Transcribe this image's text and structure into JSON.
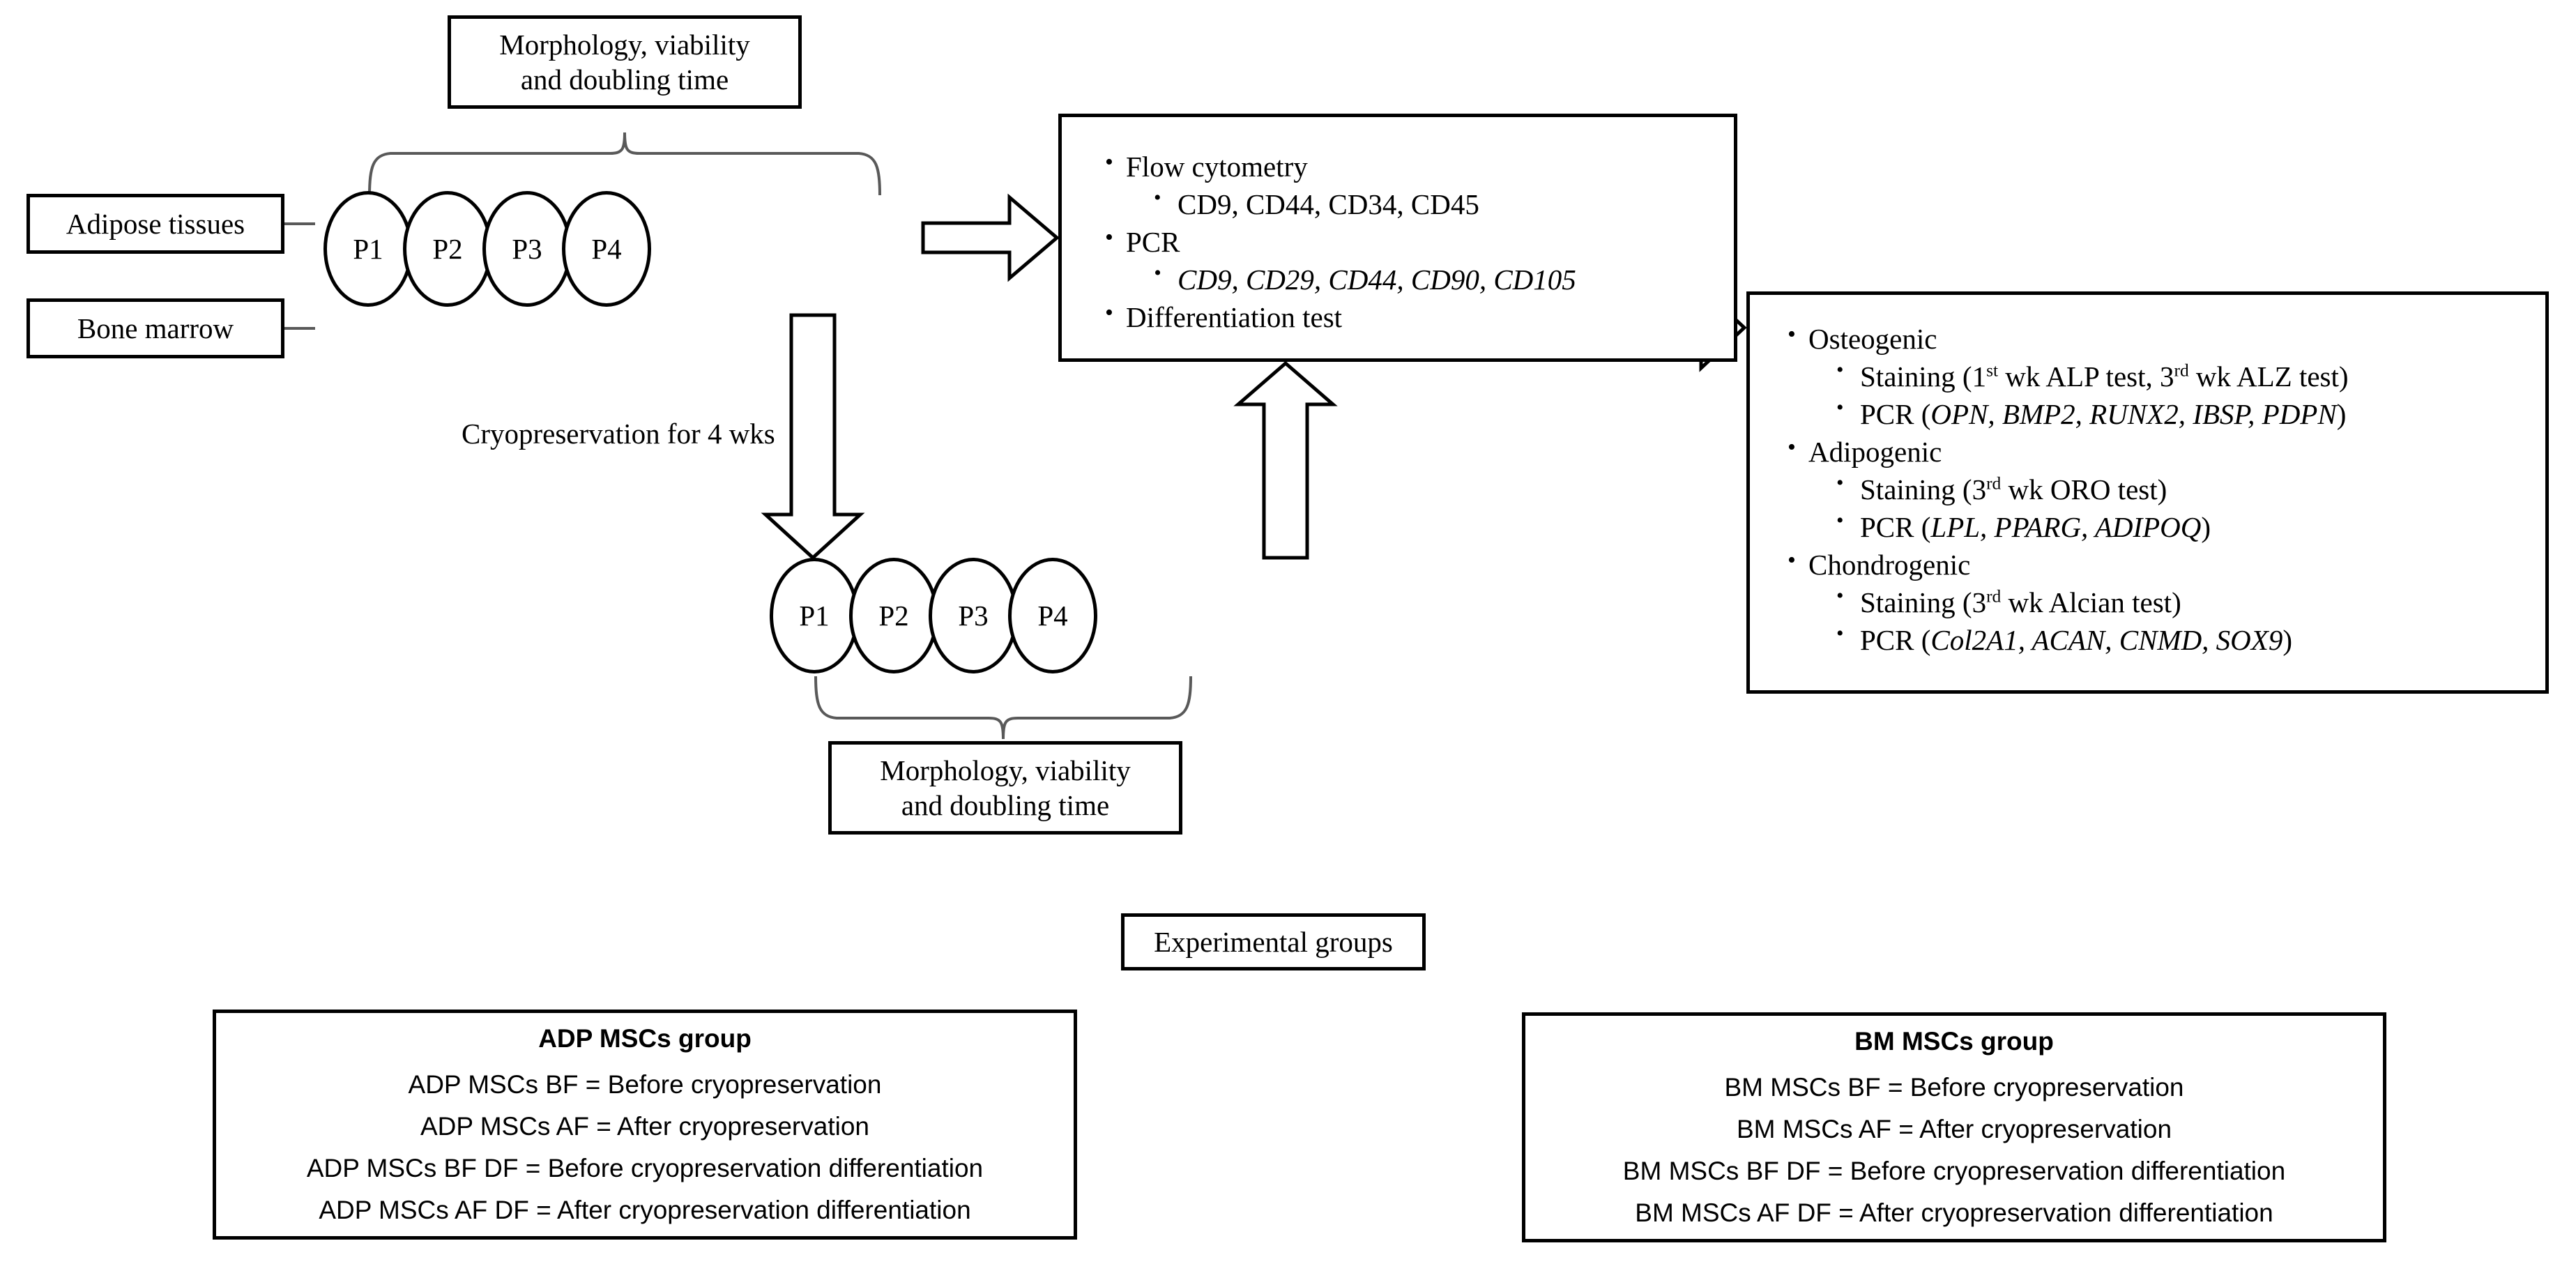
{
  "figure": {
    "sources": [
      {
        "label": "Adipose tissues"
      },
      {
        "label": "Bone marrow"
      }
    ],
    "passages_top": [
      "P1",
      "P2",
      "P3",
      "P4"
    ],
    "passages_bottom": [
      "P1",
      "P2",
      "P3",
      "P4"
    ],
    "morphology_box_top": {
      "line1": "Morphology, viability",
      "line2": "and doubling time"
    },
    "morphology_box_bottom": {
      "line1": "Morphology, viability",
      "line2": "and doubling time"
    },
    "cryopreservation_label": "Cryopreservation for 4 wks",
    "assay_box": {
      "items": [
        {
          "level": 1,
          "text": "Flow cytometry",
          "italic": false
        },
        {
          "level": 2,
          "text": "CD9, CD44, CD34, CD45",
          "italic": false
        },
        {
          "level": 1,
          "text": "PCR",
          "italic": false
        },
        {
          "level": 2,
          "text": "CD9, CD29, CD44, CD90, CD105",
          "italic": true
        },
        {
          "level": 1,
          "text": "Differentiation test",
          "italic": false
        }
      ]
    },
    "differentiation_box": {
      "groups": [
        {
          "name": "Osteogenic",
          "items": [
            {
              "prefix": "Staining (1",
              "sup": "st",
              "mid": " wk ALP test, 3",
              "sup2": "rd",
              "suffix": " wk ALZ test)"
            },
            {
              "prefix": "PCR (",
              "genes": "OPN, BMP2, RUNX2, IBSP, PDPN",
              "suffix": ")"
            }
          ]
        },
        {
          "name": "Adipogenic",
          "items": [
            {
              "prefix": "Staining (3",
              "sup": "rd",
              "mid": " wk ORO test)"
            },
            {
              "prefix": "PCR (",
              "genes": "LPL, PPARG, ADIPOQ",
              "suffix": ")"
            }
          ]
        },
        {
          "name": "Chondrogenic",
          "items": [
            {
              "prefix": "Staining (3",
              "sup": "rd",
              "mid": " wk Alcian test)"
            },
            {
              "prefix": "PCR (",
              "genes": "Col2A1, ACAN, CNMD, SOX9",
              "suffix": ")"
            }
          ]
        }
      ]
    },
    "experimental_groups_label": "Experimental groups",
    "adp_group": {
      "title": "ADP MSCs group",
      "lines": [
        "ADP MSCs BF = Before cryopreservation",
        "ADP MSCs AF = After cryopreservation",
        "ADP MSCs BF DF = Before cryopreservation differentiation",
        "ADP MSCs AF DF = After cryopreservation differentiation"
      ]
    },
    "bm_group": {
      "title": "BM MSCs group",
      "lines": [
        "BM MSCs BF = Before cryopreservation",
        "BM MSCs AF = After cryopreservation",
        "BM MSCs BF DF = Before cryopreservation differentiation",
        "BM MSCs AF DF = After cryopreservation differentiation"
      ]
    },
    "colors": {
      "stroke": "#000000",
      "curly": "#595959",
      "background": "#ffffff"
    }
  }
}
